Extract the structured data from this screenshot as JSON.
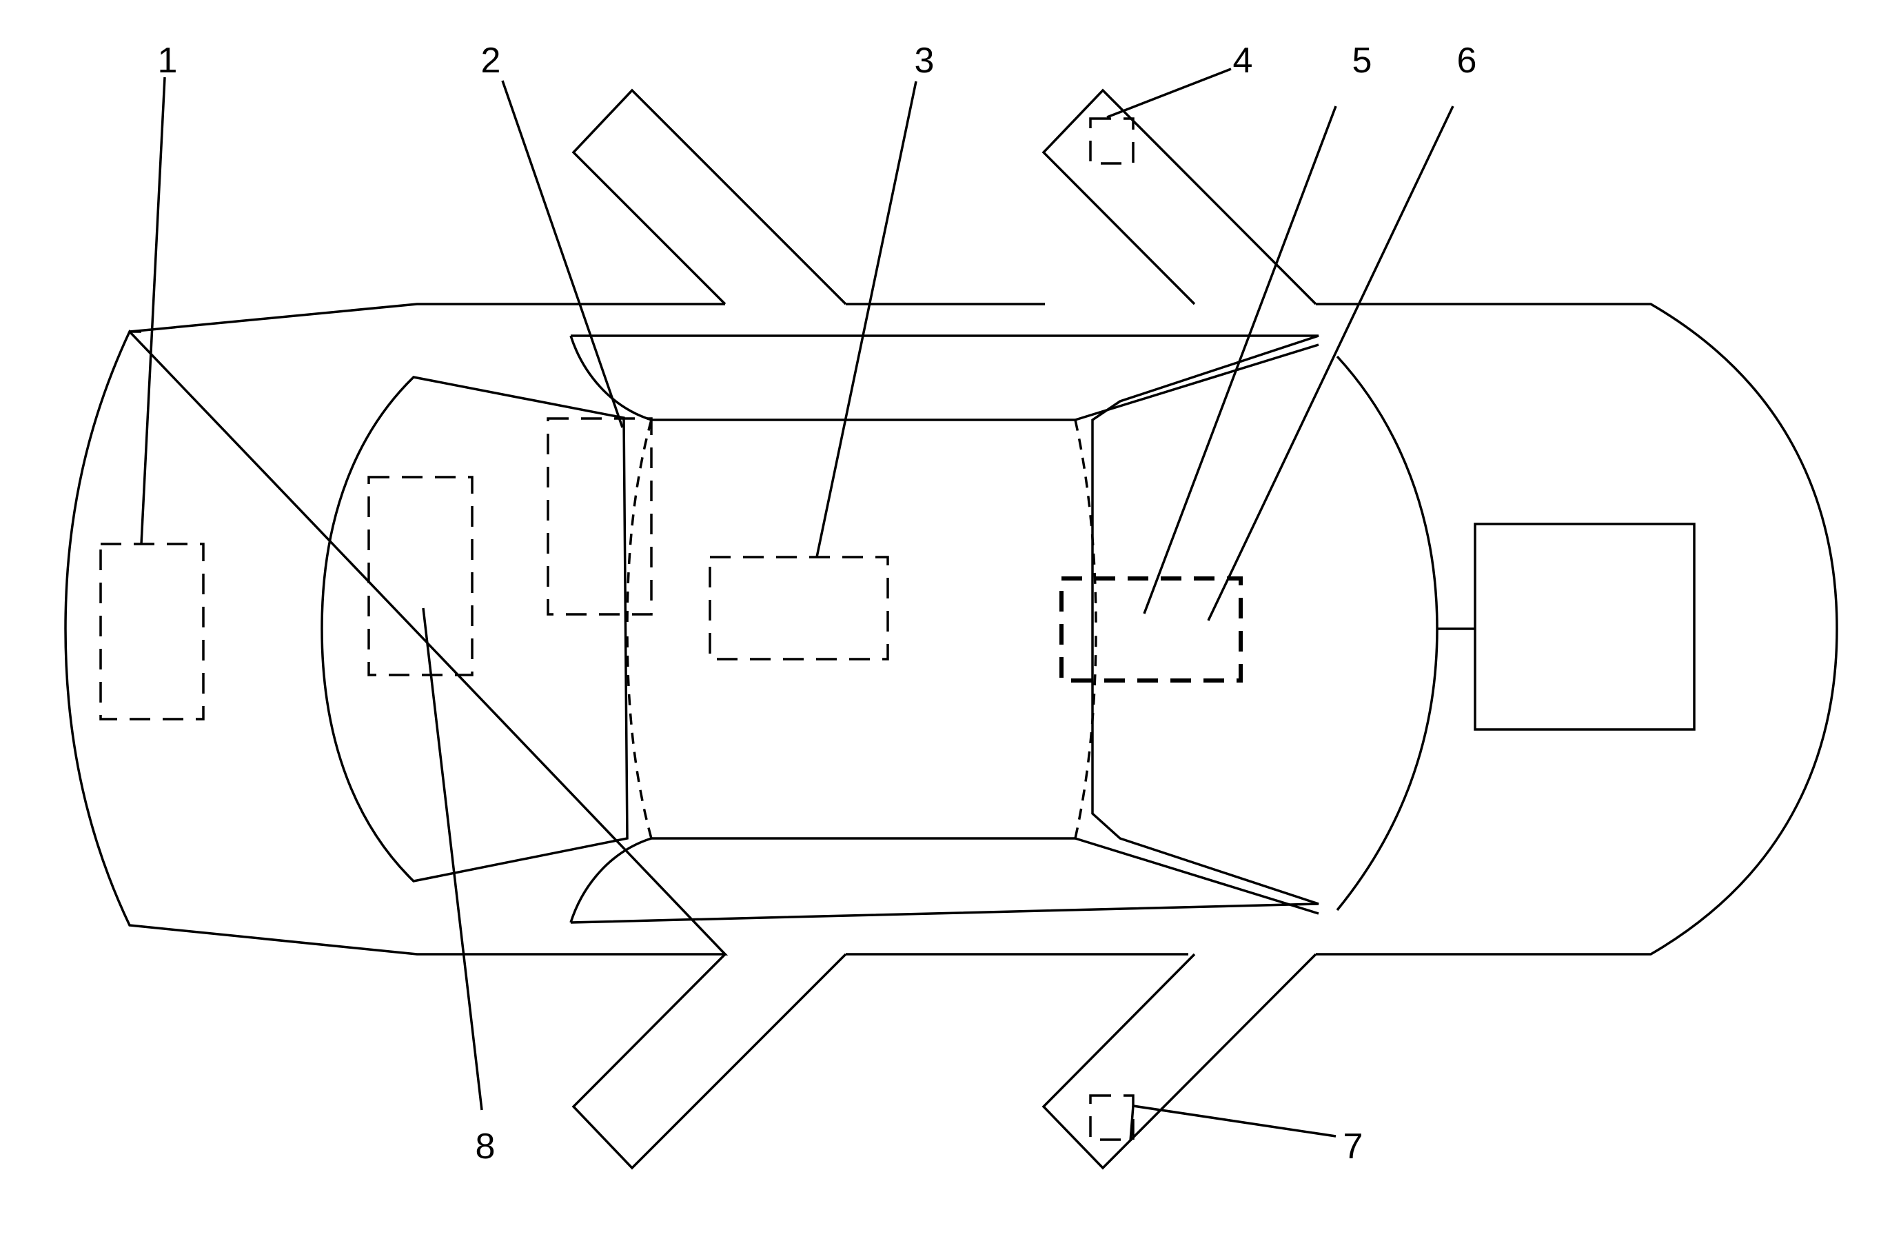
{
  "diagram": {
    "callouts": [
      {
        "id": "1",
        "label": "1"
      },
      {
        "id": "2",
        "label": "2"
      },
      {
        "id": "3",
        "label": "3"
      },
      {
        "id": "4",
        "label": "4"
      },
      {
        "id": "5",
        "label": "5"
      },
      {
        "id": "6",
        "label": "6"
      },
      {
        "id": "7",
        "label": "7"
      },
      {
        "id": "8",
        "label": "8"
      }
    ]
  }
}
